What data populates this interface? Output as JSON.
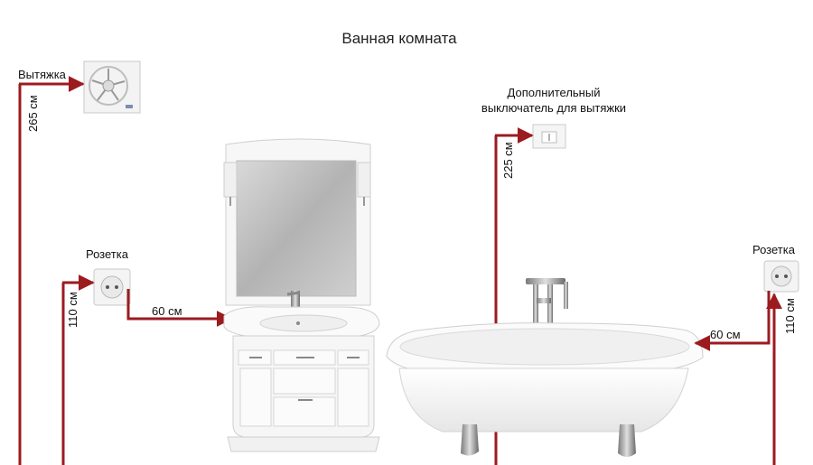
{
  "title": "Ванная комната",
  "labels": {
    "fan": "Вытяжка",
    "socket_left": "Розетка",
    "socket_right": "Розетка",
    "switch_line1": "Дополнительный",
    "switch_line2": "выключатель для вытяжки"
  },
  "dimensions": {
    "fan_height": "265 см",
    "socket_left_height": "110 см",
    "socket_left_distance": "60 см",
    "switch_height": "225 см",
    "socket_right_height": "110 см",
    "socket_right_distance": "60 см"
  },
  "colors": {
    "wire": "#9b1b1f",
    "fixture": "#f4f4f4",
    "outline": "#c9c9c9"
  },
  "icons": [
    "exhaust-fan-icon",
    "socket-icon",
    "switch-icon",
    "vanity-cabinet",
    "mirror",
    "bathtub"
  ]
}
